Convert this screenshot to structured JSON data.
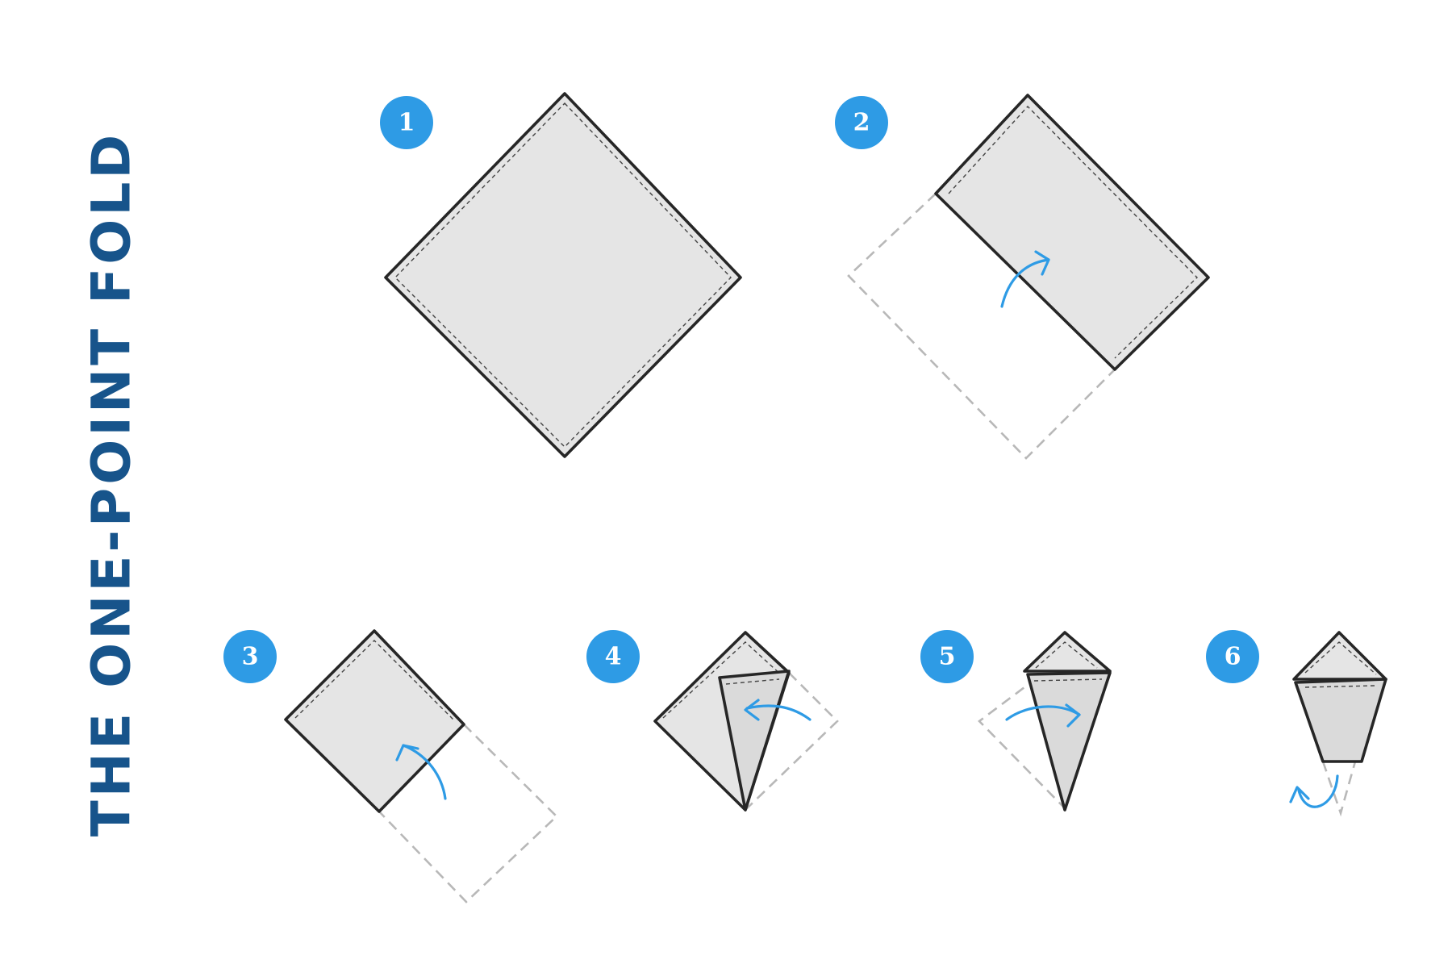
{
  "title": "THE ONE-POINT FOLD",
  "steps": [
    {
      "number": "1"
    },
    {
      "number": "2"
    },
    {
      "number": "3"
    },
    {
      "number": "4"
    },
    {
      "number": "5"
    },
    {
      "number": "6"
    }
  ],
  "colors": {
    "title": "#17548b",
    "badge": "#2e9be5",
    "arrow": "#2e9be5",
    "cloth": "#e5e5e5",
    "outline": "#262626",
    "ghost_outline": "#b8b8b8"
  },
  "icons": [
    "fold-arrow-icon",
    "step-badge"
  ]
}
